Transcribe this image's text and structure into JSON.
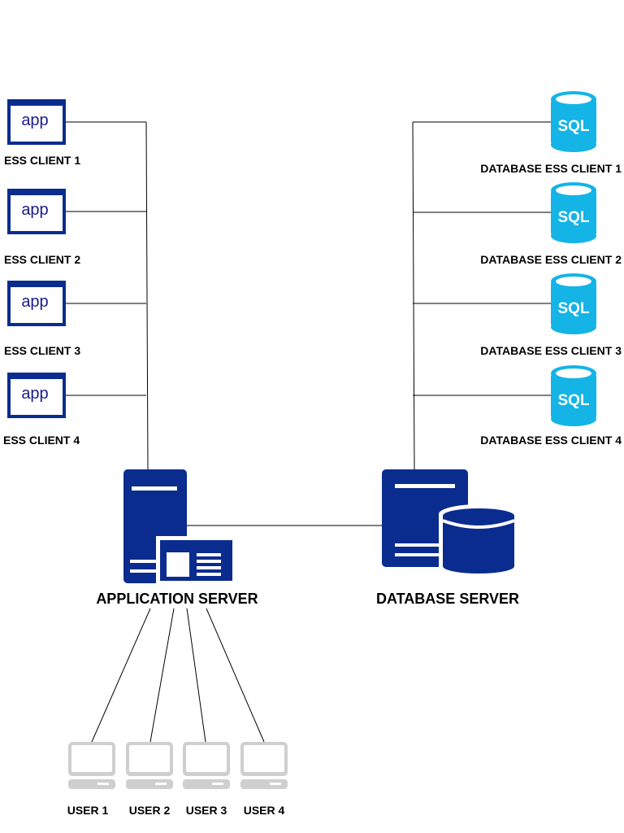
{
  "app_icon_text": "app",
  "sql_icon_text": "SQL",
  "ess_clients": [
    {
      "label": "ESS CLIENT 1"
    },
    {
      "label": "ESS CLIENT 2"
    },
    {
      "label": "ESS CLIENT 3"
    },
    {
      "label": "ESS CLIENT 4"
    }
  ],
  "db_clients": [
    {
      "label": "DATABASE ESS CLIENT 1"
    },
    {
      "label": "DATABASE ESS CLIENT 2"
    },
    {
      "label": "DATABASE ESS CLIENT 3"
    },
    {
      "label": "DATABASE ESS CLIENT 4"
    }
  ],
  "application_server": {
    "label": "APPLICATION SERVER"
  },
  "database_server": {
    "label": "DATABASE SERVER"
  },
  "users": [
    {
      "label": "USER 1"
    },
    {
      "label": "USER 2"
    },
    {
      "label": "USER 3"
    },
    {
      "label": "USER 4"
    }
  ],
  "colors": {
    "server_navy": "#0b2c8f",
    "app_border": "#0b2c8f",
    "sql_cyan": "#14b4e6",
    "laptop_gray": "#cfcfcf"
  }
}
